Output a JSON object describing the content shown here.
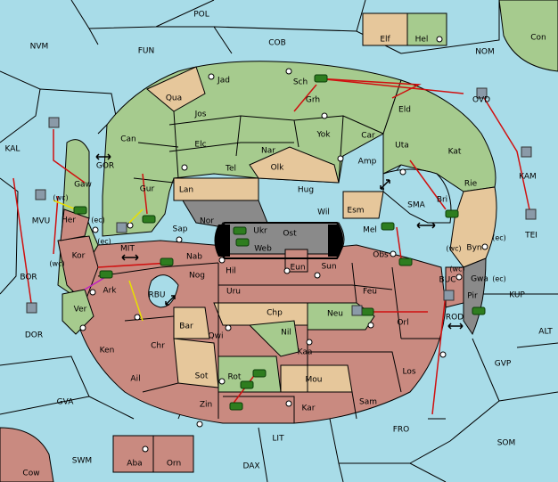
{
  "colors": {
    "sea": "#a8dce8",
    "green": "#a6cb8e",
    "tan": "#e6c79b",
    "red": "#c98a80",
    "grey": "#8a8a8a",
    "order": "#d01010",
    "support": "#e8e000",
    "convoy": "#c020c0"
  },
  "sea_labels": {
    "POL": "POL",
    "NVM": "NVM",
    "FUN": "FUN",
    "COB": "COB",
    "NOM": "NOM",
    "KAL": "KAL",
    "GOR": "GOR",
    "MIT": "MIT",
    "RBU": "RBU",
    "SMA": "SMA",
    "OVD": "OVD",
    "KAM": "KAM",
    "TEI": "TEI",
    "MVU": "MVU",
    "BOR": "BOR",
    "DOR": "DOR",
    "BUC": "BUC",
    "ROD": "ROD",
    "KUP": "KUP",
    "ALT": "ALT",
    "GVP": "GVP",
    "GVA": "GVA",
    "LIT": "LIT",
    "FRO": "FRO",
    "SOM": "SOM",
    "SWM": "SWM",
    "DAX": "DAX"
  },
  "land_labels": {
    "Elf": "Elf",
    "Hel": "Hel",
    "Con": "Con",
    "Cow": "Cow",
    "Aba": "Aba",
    "Orn": "Orn",
    "Jad": "Jad",
    "Qua": "Qua",
    "Sch": "Sch",
    "Grh": "Grh",
    "Jos": "Jos",
    "Can": "Can",
    "Yok": "Yok",
    "Eld": "Eld",
    "Elc": "Elc",
    "Nar": "Nar",
    "Car": "Car",
    "Uta": "Uta",
    "Kat": "Kat",
    "Tel": "Tel",
    "Olk": "Olk",
    "Amp": "Amp",
    "Gaw": "Gaw",
    "Gur": "Gur",
    "Lan": "Lan",
    "Hug": "Hug",
    "Rie": "Rie",
    "Bri": "Bri",
    "Her": "Her",
    "Nor": "Nor",
    "Wil": "Wil",
    "Esm": "Esm",
    "Sap": "Sap",
    "Ukr": "Ukr",
    "Ost": "Ost",
    "Mel": "Mel",
    "Byn": "Byn",
    "Kor": "Kor",
    "Web": "Web",
    "Nab": "Nab",
    "Eun": "Eun",
    "Obs": "Obs",
    "Hil": "Hil",
    "Sun": "Sun",
    "Gwa": "Gwa",
    "Ark": "Ark",
    "Nog": "Nog",
    "Pir": "Pir",
    "Uru": "Uru",
    "Feu": "Feu",
    "Ver": "Ver",
    "Chp": "Chp",
    "Neu": "Neu",
    "Bar": "Bar",
    "Qwi": "Qwi",
    "Nil": "Nil",
    "Orl": "Orl",
    "Ken": "Ken",
    "Chr": "Chr",
    "Kaa": "Kaa",
    "Los": "Los",
    "Ail": "Ail",
    "Sot": "Sot",
    "Mou": "Mou",
    "Rot": "Rot",
    "Sam": "Sam",
    "Zin": "Zin",
    "Kar": "Kar"
  },
  "coast_tags": {
    "her_ec": "(ec)",
    "gaw_wc": "(wc)",
    "kor_ec": "(ec)",
    "kor_wc": "(wc)",
    "byn_wc": "(wc)",
    "byn_ec": "(ec)",
    "gwa_wc": "(wc)",
    "gwa_ec": "(ec)"
  }
}
